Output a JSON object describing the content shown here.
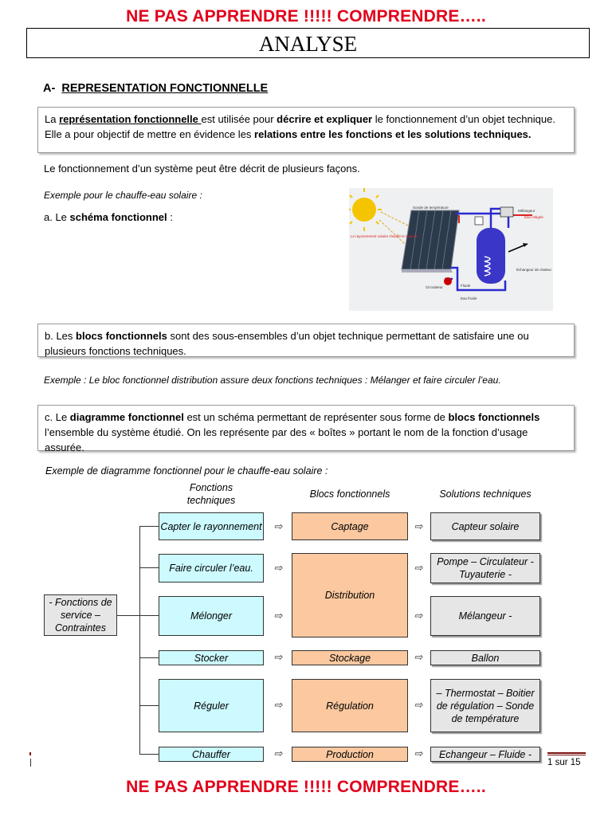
{
  "banner": {
    "text": "NE PAS APPRENDRE !!!!! COMPRENDRE….."
  },
  "title": "ANALYSE",
  "section_a": {
    "prefix": "A-",
    "title": "REPRESENTATION FONCTIONNELLE"
  },
  "intro_box": {
    "t1": "La ",
    "t2": "représentation fonctionnelle ",
    "t3": "est utilisée pour ",
    "t4": "décrire et expliquer",
    "t5": " le fonctionnement d’un objet technique. Elle a pour objectif de mettre en évidence les ",
    "t6": "relations entre les fonctions et les solutions techniques."
  },
  "para1": "Le fonctionnement d’un système peut être décrit de plusieurs façons.",
  "example_label": "Exemple pour le chauffe-eau solaire :",
  "item_a": {
    "prefix": "a. Le ",
    "bold": "schéma fonctionnel",
    "suffix": " :"
  },
  "image_labels": {
    "sonde": "Sonde de température",
    "melangeur": "Mélangeur",
    "eau_chaude": "Eau mitigée",
    "rayonnement": "Le rayonnement solaire chauffe le capteur",
    "echangeur": "Échangeur de chaleur",
    "circulateur": "Circulateur",
    "fluide": "Fluide",
    "eau_froide": "Eau froide"
  },
  "item_b": {
    "prefix": "b. Les ",
    "bold": "blocs fonctionnels",
    "suffix": " sont des sous-ensembles d’un objet technique permettant de satisfaire une ou plusieurs fonctions techniques."
  },
  "example_b": "Exemple : Le bloc fonctionnel distribution assure deux fonctions techniques : Mélanger et faire circuler l’eau.",
  "item_c": {
    "prefix": "c. Le ",
    "bold1": "diagramme fonctionnel",
    "mid": " est un schéma permettant de représenter sous forme de ",
    "bold2": "blocs fonctionnels",
    "suffix": " l’ensemble du système étudié. On les représente par des « boîtes » portant le nom de la fonction d’usage assurée."
  },
  "example_c": "Exemple de diagramme fonctionnel pour le chauffe-eau solaire :",
  "diagram": {
    "col_functions": "Fonctions techniques",
    "col_blocks": "Blocs fonctionnels",
    "col_solutions": "Solutions techniques",
    "source": "- Fonctions de service – Contraintes",
    "arrow": "⇨",
    "functions": [
      "Capter le rayonnement",
      "Faire circuler l’eau.",
      "Mélonger",
      "Stocker",
      "Réguler",
      "Chauffer"
    ],
    "blocks": [
      "Captage",
      "Distribution",
      "Stockage",
      "Régulation",
      "Production"
    ],
    "solutions": [
      "Capteur solaire",
      "Pompe – Circulateur - Tuyauterie -",
      "Mélangeur -",
      "Ballon",
      "– Thermostat – Boitier de régulation – Sonde de température",
      "Echangeur – Fluide -"
    ]
  },
  "footer": {
    "page": "1 sur 15"
  },
  "colors": {
    "banner": "#e2001a",
    "function_box": "#ccfaff",
    "block_box": "#fbc89f",
    "solution_box": "#e6e6e6"
  }
}
